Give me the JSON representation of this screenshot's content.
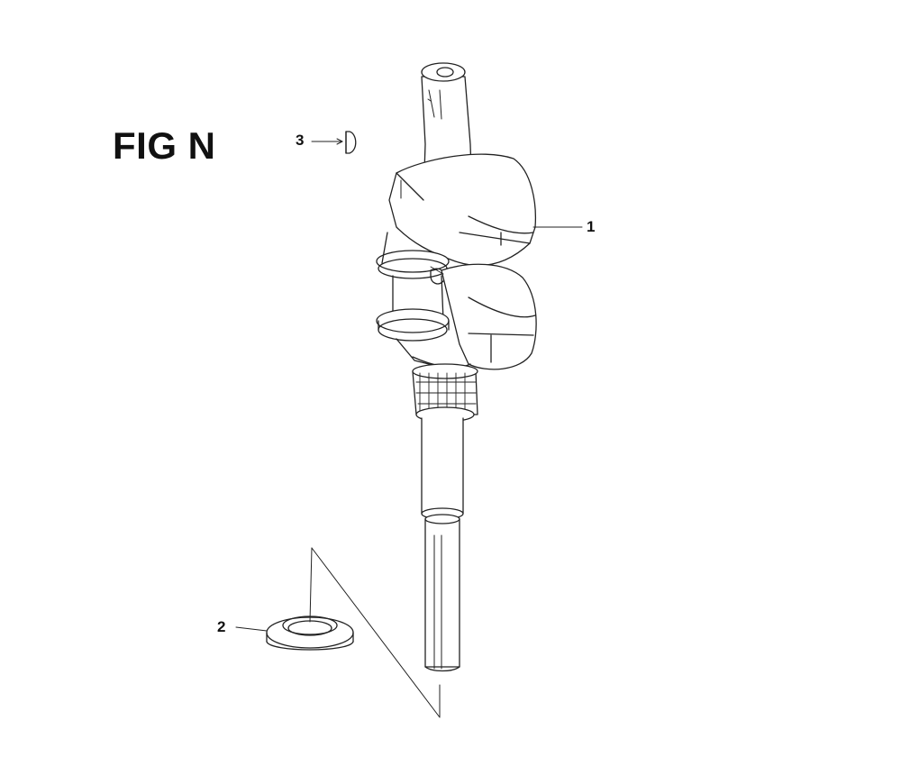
{
  "figure": {
    "title": "FIG N",
    "callouts": [
      {
        "number": "1",
        "part": "crankshaft"
      },
      {
        "number": "2",
        "part": "oil-seal"
      },
      {
        "number": "3",
        "part": "woodruff-key"
      }
    ]
  }
}
